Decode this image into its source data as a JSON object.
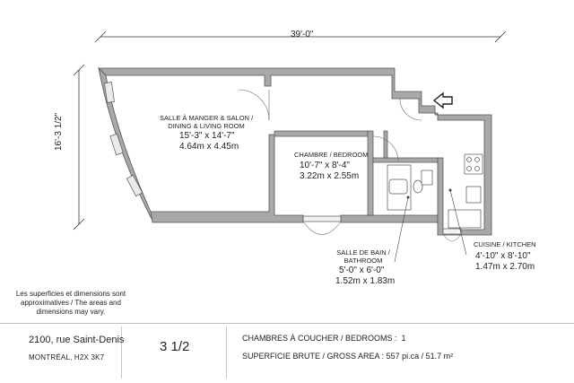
{
  "plan": {
    "overall_width": "39'-0\"",
    "overall_depth": "16'-3 1/2\"",
    "rooms": {
      "living": {
        "name_line1": "SALLE À MANGER & SALON /",
        "name_line2": "DINING & LIVING ROOM",
        "imperial": "15'-3\" x 14'-7\"",
        "metric": "4.64m x 4.45m"
      },
      "bedroom": {
        "name": "CHAMBRE / BEDROOM",
        "imperial": "10'-7\" x 8'-4\"",
        "metric": "3.22m x 2.55m"
      },
      "bathroom": {
        "name_line1": "SALLE DE BAIN /",
        "name_line2": "BATHROOM",
        "imperial": "5'-0\" x 6'-0\"",
        "metric": "1.52m x 1.83m"
      },
      "kitchen": {
        "name": "CUISINE / KITCHEN",
        "imperial": "4'-10\" x 8'-10\"",
        "metric": "1.47m x 2.70m"
      }
    },
    "note": "Les superficies et dimensions sont approximatives / The areas and dimensions may vary."
  },
  "footer": {
    "address": "2100, rue Saint-Denis",
    "city": "MONTRÉAL, H2X 3K7",
    "unit_type": "3 1/2",
    "bedrooms_label": "CHAMBRES À COUCHER / BEDROOMS :",
    "bedrooms_value": "1",
    "area_label": "SUPERFICIE BRUTE / GROSS AREA :",
    "area_value": "557 pi.ca / 51.7 m²"
  }
}
